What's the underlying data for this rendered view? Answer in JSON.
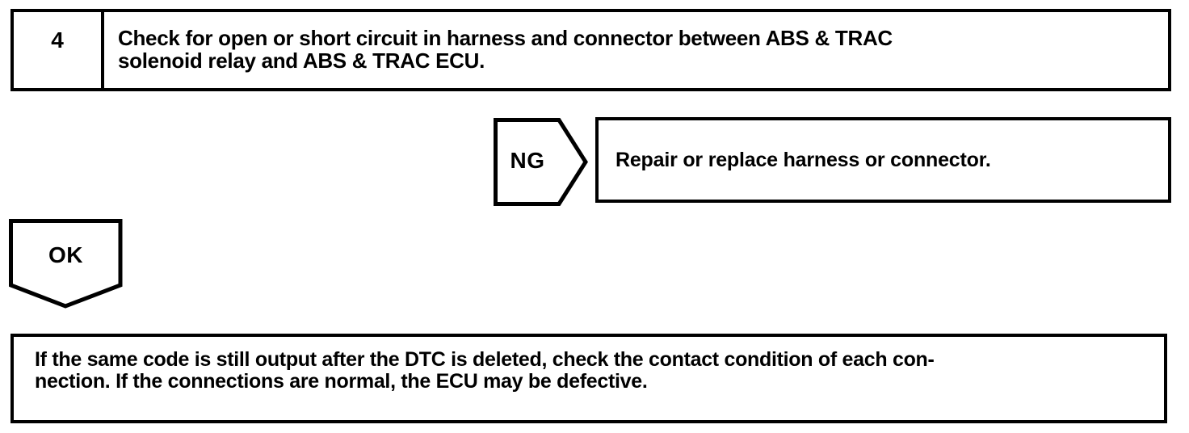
{
  "step": {
    "number": "4",
    "instruction_lines": [
      "Check for open or short circuit in harness and connector between ABS & TRAC",
      "solenoid relay and ABS & TRAC ECU."
    ]
  },
  "ng_branch": {
    "label": "NG",
    "action": "Repair or replace harness or connector."
  },
  "ok_branch": {
    "label": "OK"
  },
  "conclusion": {
    "lines": [
      "If the same code is still output after the DTC is deleted, check the contact condition of each con-",
      "nection. If the connections are normal, the ECU may be defective."
    ]
  },
  "colors": {
    "ink": "#000000",
    "paper": "#ffffff"
  }
}
